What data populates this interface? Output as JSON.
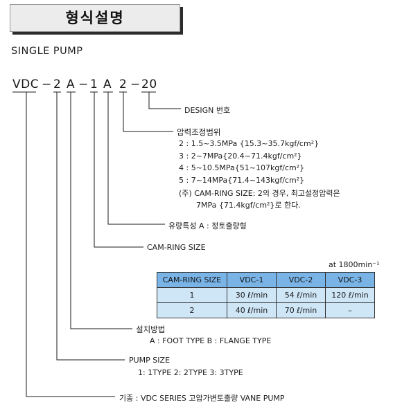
{
  "title": "형식설명",
  "section": "SINGLE PUMP",
  "model_code": [
    "VDC",
    "−",
    "2",
    "A",
    "−",
    "1",
    "A",
    "2",
    "−",
    "20"
  ],
  "design_label": "DESIGN 번호",
  "pressure": {
    "heading": "압력조정범위",
    "items": [
      "2 : 1.5~3.5MPa {15.3~35.7kgf/cm²}",
      "3 : 2~7MPa{20.4~71.4kgf/cm²}",
      "4 : 5~10.5MPa{51~107kgf/cm²}",
      "5 : 7~14MPa{71.4~143kgf/cm²}"
    ],
    "note_line1": "(주) CAM-RING SIZE: 2의 경우, 최고설정압력은",
    "note_line2": "7MPa {71.4kgf/cm²}로 한다."
  },
  "flow_label": "유량특성    A : 정토출량형",
  "cam_ring_label": "CAM-RING SIZE",
  "table": {
    "note": "at 1800min⁻¹",
    "headers": [
      "CAM-RING SIZE",
      "VDC-1",
      "VDC-2",
      "VDC-3"
    ],
    "rows": [
      [
        "1",
        "30 ℓ/min",
        "54 ℓ/min",
        "120 ℓ/min"
      ],
      [
        "2",
        "40 ℓ/min",
        "70 ℓ/min",
        "–"
      ]
    ]
  },
  "mounting": {
    "heading": "설치방법",
    "options": "A : FOOT TYPE    B : FLANGE TYPE"
  },
  "pump_size": {
    "heading": "PUMP SIZE",
    "options": "1: 1TYPE    2: 2TYPE    3: 3TYPE"
  },
  "series_label": "기종 : VDC SERIES 고압가변토출량 VANE PUMP",
  "colors": {
    "table_header": "#7ab4e6",
    "table_cell": "#cfe6f7",
    "line": "#1a1a1a"
  }
}
